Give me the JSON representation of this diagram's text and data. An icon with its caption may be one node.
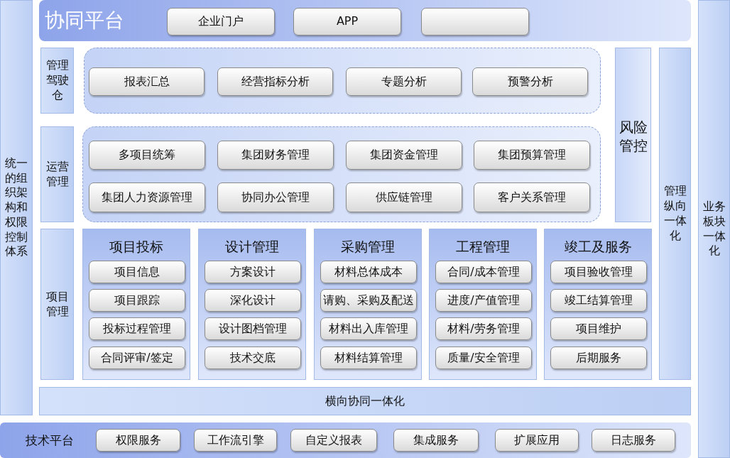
{
  "diagram": {
    "nodes": [
      {
        "text": [
          "统一的组织架构和权限控制体系"
        ]
      },
      {
        "text": [
          "协同平台"
        ]
      },
      {
        "text": [
          "企业门户"
        ],
        "in": 1
      },
      {
        "text": [
          "APP"
        ],
        "in": 1
      },
      {
        "text": [],
        "shape": "box",
        "in": 1
      },
      {
        "text": [
          "管理驾驶仓"
        ]
      },
      {
        "text": [],
        "shape": "box"
      },
      {
        "text": [
          "报表汇总"
        ],
        "in": 6
      },
      {
        "text": [
          "经营指标分析"
        ],
        "in": 6
      },
      {
        "text": [
          "专题分析"
        ],
        "in": 6
      },
      {
        "text": [
          "预警分析"
        ],
        "in": 6
      },
      {
        "text": [
          "风险管控"
        ]
      },
      {
        "text": [
          "管理纵向一体化"
        ]
      },
      {
        "text": [
          "业务板块一体化"
        ]
      },
      {
        "text": [
          "运营管理"
        ]
      },
      {
        "text": [],
        "shape": "box"
      },
      {
        "text": [
          "多项目统筹"
        ],
        "in": 15
      },
      {
        "text": [
          "集团财务管理"
        ],
        "in": 15
      },
      {
        "text": [
          "集团资金管理"
        ],
        "in": 15
      },
      {
        "text": [
          "集团预算管理"
        ],
        "in": 15
      },
      {
        "text": [
          "集团人力资源管理"
        ],
        "in": 15
      },
      {
        "text": [
          "协同办公管理"
        ],
        "in": 15
      },
      {
        "text": [
          "供应链管理"
        ],
        "in": 15
      },
      {
        "text": [
          "客户关系管理"
        ],
        "in": 15
      },
      {
        "text": [
          "项目管理"
        ]
      },
      {
        "text": [
          "项目投标"
        ]
      },
      {
        "text": [
          "项目信息"
        ],
        "in": 25
      },
      {
        "text": [
          "项目跟踪"
        ],
        "in": 25
      },
      {
        "text": [
          "投标过程管理"
        ],
        "in": 25
      },
      {
        "text": [
          "合同评审/签定"
        ],
        "in": 25
      },
      {
        "text": [
          "设计管理"
        ]
      },
      {
        "text": [
          "方案设计"
        ],
        "in": 30
      },
      {
        "text": [
          "深化设计"
        ],
        "in": 30
      },
      {
        "text": [
          "设计图档管理"
        ],
        "in": 30
      },
      {
        "text": [
          "技术交底"
        ],
        "in": 30
      },
      {
        "text": [
          "采购管理"
        ]
      },
      {
        "text": [
          "材料总体成本"
        ],
        "in": 35
      },
      {
        "text": [
          "请购、采购及配送"
        ],
        "in": 35
      },
      {
        "text": [
          "材料出入库管理"
        ],
        "in": 35
      },
      {
        "text": [
          "材料结算管理"
        ],
        "in": 35
      },
      {
        "text": [
          "工程管理"
        ]
      },
      {
        "text": [
          "合同/成本管理"
        ],
        "in": 40
      },
      {
        "text": [
          "进度/产值管理"
        ],
        "in": 40
      },
      {
        "text": [
          "材料/劳务管理"
        ],
        "in": 40
      },
      {
        "text": [
          "质量/安全管理"
        ],
        "in": 40
      },
      {
        "text": [
          "竣工及服务"
        ]
      },
      {
        "text": [
          "项目验收管理"
        ],
        "in": 45
      },
      {
        "text": [
          "竣工结算管理"
        ],
        "in": 45
      },
      {
        "text": [
          "项目维护"
        ],
        "in": 45
      },
      {
        "text": [
          "后期服务"
        ],
        "in": 45
      },
      {
        "text": [
          "横向协同一体化"
        ]
      },
      {
        "text": [
          "技术平台"
        ]
      },
      {
        "text": [
          "权限服务"
        ],
        "in": 51
      },
      {
        "text": [
          "工作流引擎"
        ],
        "in": 51
      },
      {
        "text": [
          "自定义报表"
        ],
        "in": 51
      },
      {
        "text": [
          "集成服务"
        ],
        "in": 51
      },
      {
        "text": [
          "扩展应用"
        ],
        "in": 51
      },
      {
        "text": [
          "日志服务"
        ],
        "in": 51
      }
    ]
  }
}
